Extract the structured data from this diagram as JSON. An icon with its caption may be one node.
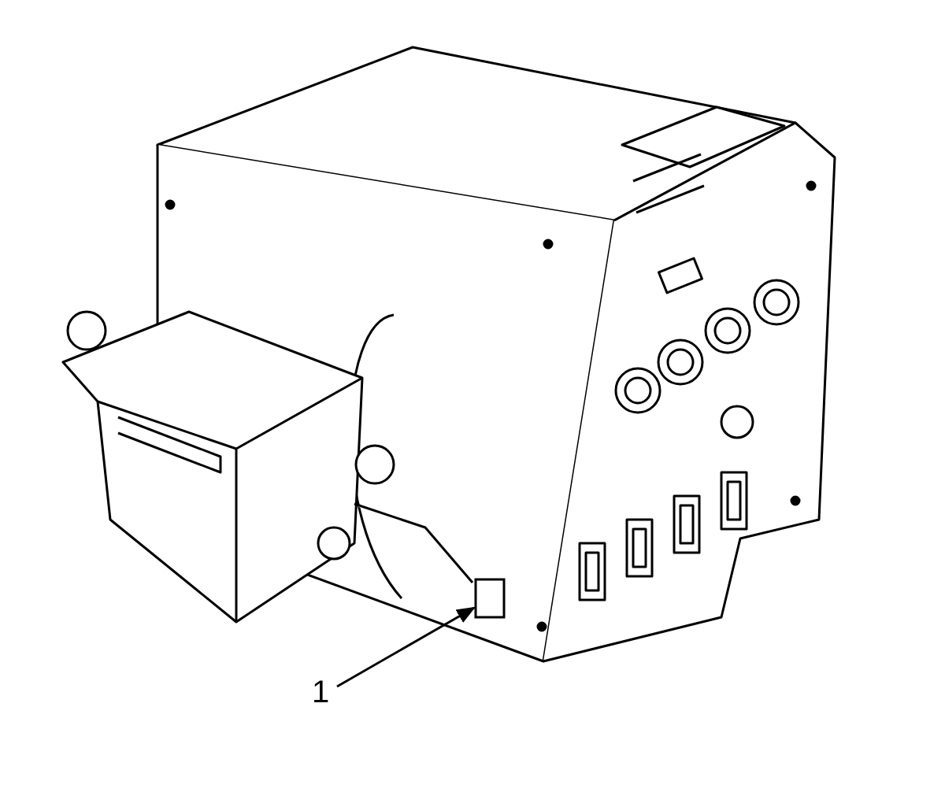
{
  "diagram": {
    "nodes": [
      {
        "text": [
          "1"
        ]
      },
      {
        "text": [],
        "shape": "box"
      }
    ],
    "edges": [
      {
        "from": 0,
        "to": 1,
        "arrow": "to"
      }
    ]
  }
}
